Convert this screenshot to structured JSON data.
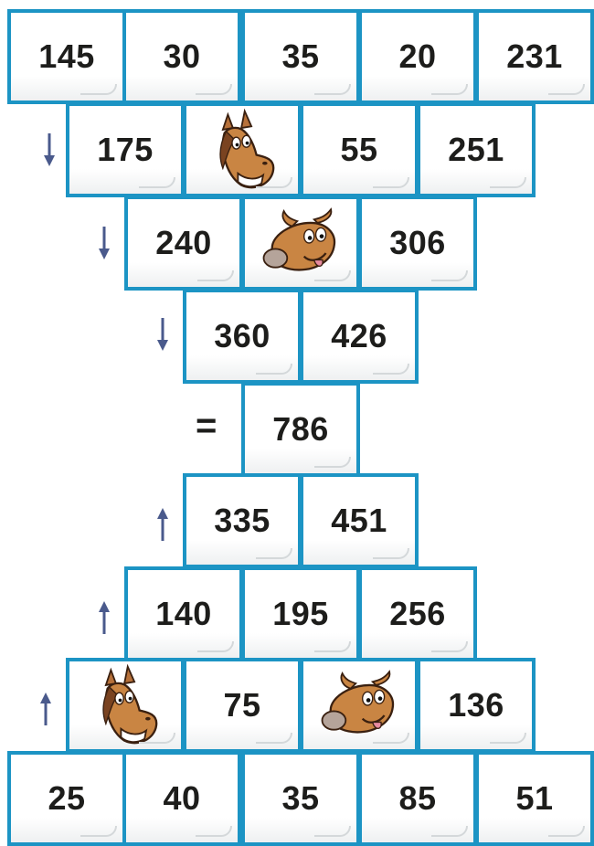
{
  "rows": [
    {
      "cells": [
        "145",
        "30",
        "35",
        "20",
        "231"
      ]
    },
    {
      "cells": [
        "175",
        "horse-face",
        "55",
        "251"
      ]
    },
    {
      "cells": [
        "240",
        "cow-face",
        "306"
      ]
    },
    {
      "cells": [
        "360",
        "426"
      ]
    },
    {
      "cells": [
        "786"
      ]
    },
    {
      "cells": [
        "335",
        "451"
      ]
    },
    {
      "cells": [
        "140",
        "195",
        "256"
      ]
    },
    {
      "cells": [
        "horse-face",
        "75",
        "cow-face",
        "136"
      ]
    },
    {
      "cells": [
        "25",
        "40",
        "35",
        "85",
        "51"
      ]
    }
  ],
  "equals_sign": "=",
  "colors": {
    "border": "#1c94c4",
    "arrow": "#4a5a8c",
    "text": "#1d1d1b"
  }
}
